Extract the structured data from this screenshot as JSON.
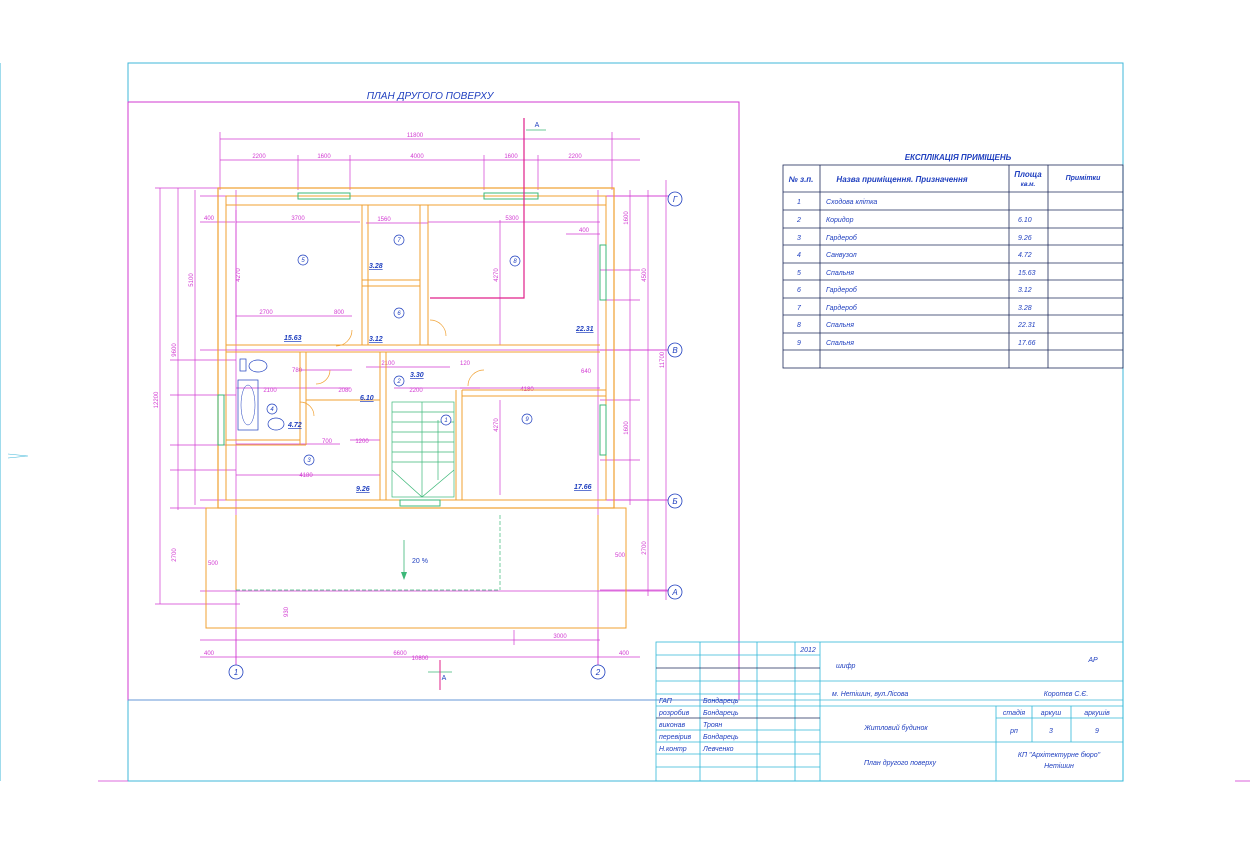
{
  "plan_title": "ПЛАН ДРУГОГО ПОВЕРХУ",
  "explication": {
    "title": "ЕКСПЛІКАЦІЯ ПРИМІЩЕНЬ",
    "headers": [
      "№ з.п.",
      "Назва приміщення. Призначення",
      "Площа",
      "кв.м.",
      "Примітки"
    ],
    "rows": [
      {
        "no": "1",
        "name": "Сходова клітка",
        "area": ""
      },
      {
        "no": "2",
        "name": "Коридор",
        "area": "6.10"
      },
      {
        "no": "3",
        "name": "Гардероб",
        "area": "9.26"
      },
      {
        "no": "4",
        "name": "Санвузол",
        "area": "4.72"
      },
      {
        "no": "5",
        "name": "Спальня",
        "area": "15.63"
      },
      {
        "no": "6",
        "name": "Гардероб",
        "area": "3.12"
      },
      {
        "no": "7",
        "name": "Гардероб",
        "area": "3.28"
      },
      {
        "no": "8",
        "name": "Спальня",
        "area": "22.31"
      },
      {
        "no": "9",
        "name": "Спальня",
        "area": "17.66"
      }
    ]
  },
  "title_block": {
    "year": "2012",
    "code_label": "шифр",
    "code_value": "АР",
    "address": "м. Нетішин, вул.Лісова",
    "client": "Коротєв С.Є.",
    "project": "Житловий будинок",
    "sheet_title": "План другого поверху",
    "stage_label": "стадія",
    "stage_value": "рп",
    "sheet_label": "аркуш",
    "sheet_value": "3",
    "sheets_label": "аркушів",
    "sheets_value": "9",
    "org_line1": "КП \"Архітектурне бюро\"",
    "org_line2": "Нетішин",
    "roles": [
      {
        "role": "ГАП",
        "name": "Бондарець"
      },
      {
        "role": "розробив",
        "name": "Бондарець"
      },
      {
        "role": "виконав",
        "name": "Троян"
      },
      {
        "role": "перевірив",
        "name": "Бондарець"
      },
      {
        "role": "Н.контр",
        "name": "Левченко"
      }
    ]
  },
  "axes": {
    "vertical": [
      "1",
      "2"
    ],
    "horizontal": [
      "Г",
      "В",
      "Б",
      "А"
    ]
  },
  "section_mark": "А",
  "slope_note": "20 %",
  "room_labels": [
    "1",
    "2",
    "3",
    "4",
    "5",
    "6",
    "7",
    "8",
    "9"
  ],
  "room_areas": {
    "r2": "6.10",
    "r3": "9.26",
    "r4": "4.72",
    "r5": "15.63",
    "r6": "3.12",
    "r7": "3.28",
    "r8": "22.31",
    "r9": "17.66",
    "corridor": "3.30"
  },
  "dims": {
    "top_total": "11800",
    "top_segments": [
      "2200",
      "1600",
      "4000",
      "1600",
      "2200"
    ],
    "bottom_total": "10800",
    "bottom_segments": [
      "6600",
      "3000"
    ],
    "bottom_edges": [
      "400",
      "400"
    ],
    "left_total": "12200",
    "left_sub": "9600",
    "right_total": "11700",
    "right_sub": "4500",
    "right_lower": "2700",
    "right_upper": "1600",
    "left_510": "5100",
    "left_2700": "2700",
    "r5_w": "3700",
    "r8_w": "5300",
    "r9_w": "4180",
    "r3_w": "4180",
    "r5_h": "4270",
    "r8_h": "4270",
    "r9_h": "4270",
    "inner_2700": "2700",
    "inner_800": "800",
    "inner_2100": "2100",
    "inner_2200": "2200",
    "inner_1560": "1560",
    "inner_400a": "400",
    "inner_400b": "400",
    "inner_2080": "2080",
    "inner_1200": "1200",
    "inner_700": "700",
    "inner_780": "780",
    "inner_120": "120",
    "inner_640": "640",
    "inner_500": "500",
    "inner_930": "930"
  }
}
